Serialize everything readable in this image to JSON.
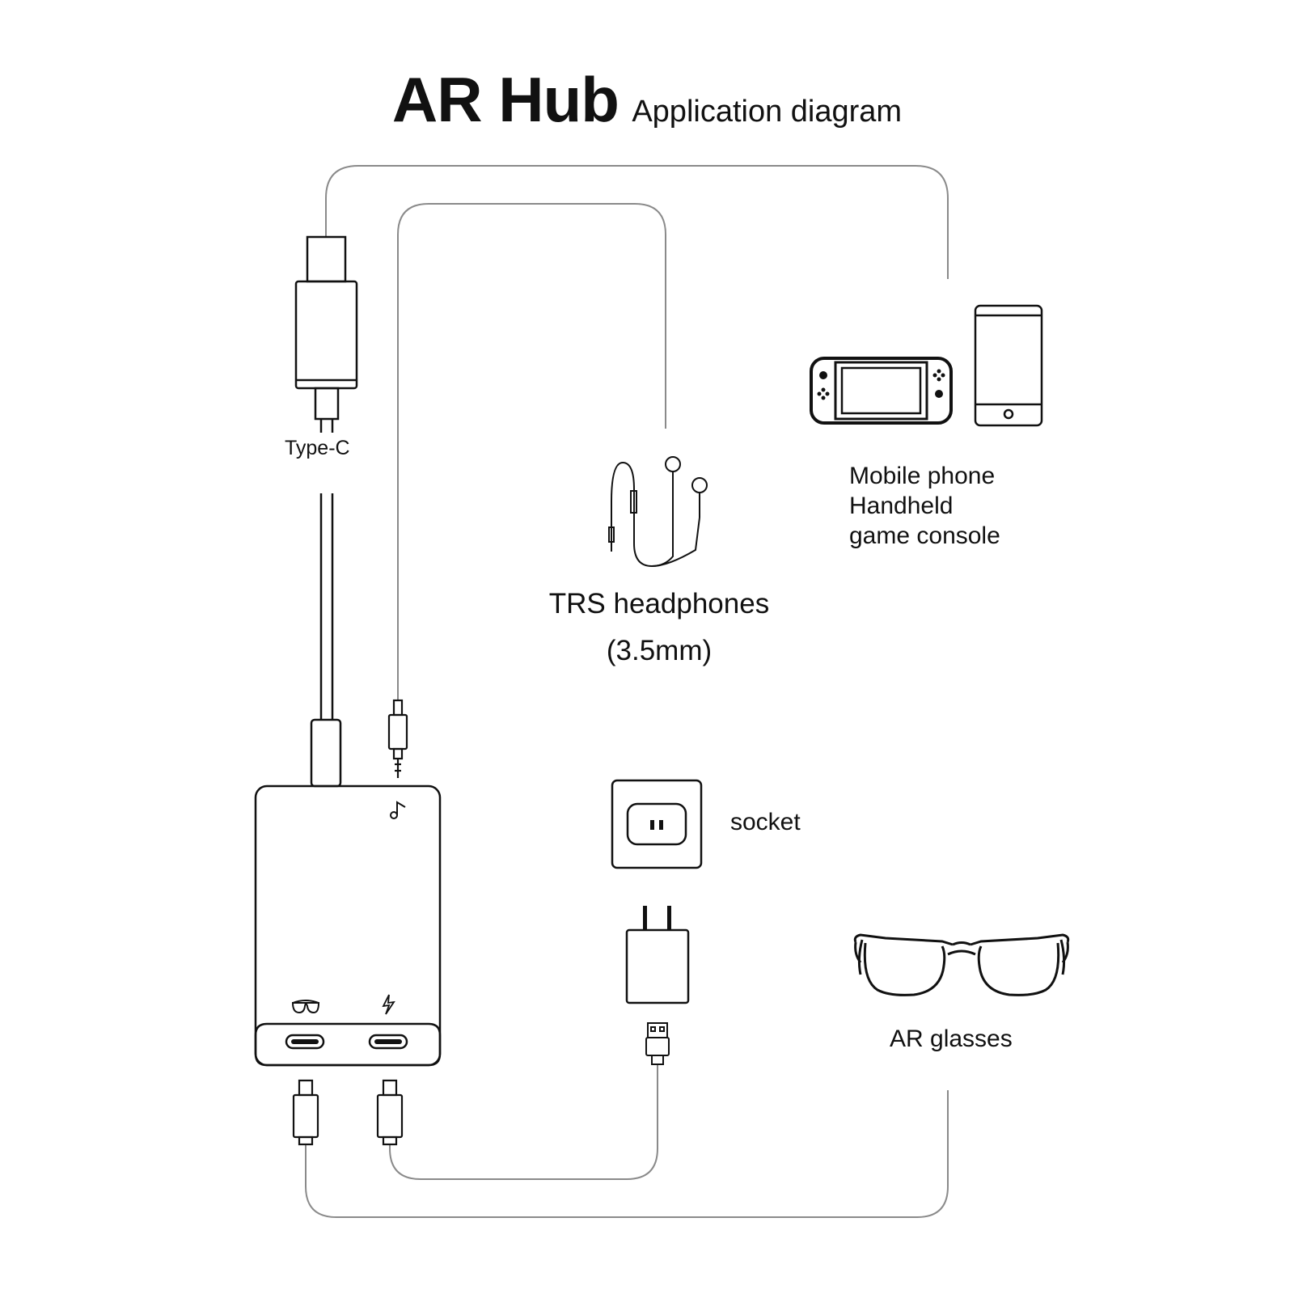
{
  "title": {
    "main": "AR Hub",
    "sub": "Application diagram"
  },
  "labels": {
    "type_c": "Type-C",
    "headphones_line1": "TRS headphones",
    "headphones_line2": "(3.5mm)",
    "mobile_line1": "Mobile phone",
    "mobile_line2": "Handheld",
    "mobile_line3": "game console",
    "socket": "socket",
    "ar_glasses": "AR glasses"
  },
  "icons": [
    "type-c-plug-icon",
    "audio-jack-plug-icon",
    "hub-device-icon",
    "music-note-icon",
    "glasses-port-icon",
    "lightning-bolt-icon",
    "earphones-icon",
    "game-console-icon",
    "mobile-phone-icon",
    "wall-socket-icon",
    "power-adapter-icon",
    "usb-a-plug-icon",
    "ar-glasses-icon"
  ],
  "colors": {
    "line": "#111111",
    "cable": "#8a8a8a"
  }
}
